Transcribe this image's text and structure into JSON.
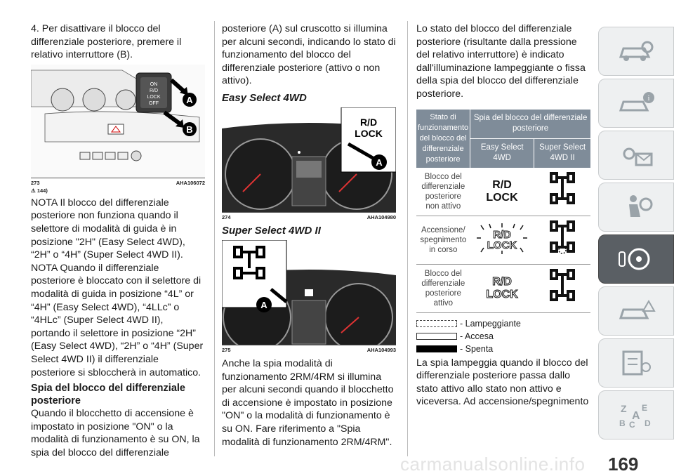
{
  "col1": {
    "intro": "4. Per disattivare il blocco del differenziale posteriore, premere il relativo interruttore (B).",
    "fig273": {
      "num": "273",
      "code": "AHA106072",
      "switch_text": [
        "ON",
        "R/D",
        "LOCK",
        "OFF"
      ],
      "label_a": "A",
      "label_b": "B"
    },
    "note_ref": "144)",
    "nota1": "NOTA Il blocco del differenziale posteriore non funziona quando il selettore di modalità di guida è in posizione \"2H\" (Easy Select 4WD), “2H” o “4H” (Super Select 4WD II).",
    "nota2": "NOTA Quando il differenziale posteriore è bloccato con il selettore di modalità di guida in posizione “4L” or “4H” (Easy Select 4WD), “4LLc” o “4HLc” (Super Select 4WD II), portando il selettore in posizione “2H” (Easy Select 4WD), “2H” o “4H” (Super Select 4WD II) il differenziale posteriore si sbloccherà in automatico.",
    "heading": "Spia del blocco del differenziale posteriore",
    "para": "Quando il blocchetto di accensione è impostato in posizione \"ON\" o la modalità di funzionamento è su ON, la spia del blocco del differenziale"
  },
  "col2": {
    "para1": "posteriore (A) sul cruscotto si illumina per alcuni secondi, indicando lo stato di funzionamento del blocco del differenziale posteriore (attivo o non attivo).",
    "heading1": "Easy Select 4WD",
    "fig274": {
      "num": "274",
      "code": "AHA104980",
      "callout": "R/D LOCK",
      "label_a": "A"
    },
    "heading2": "Super Select 4WD II",
    "fig275": {
      "num": "275",
      "code": "AHA104993",
      "label_a": "A"
    },
    "para2": "Anche la spia modalità di funzionamento 2RM/4RM si illumina per alcuni secondi quando il blocchetto di accensione è impostato in posizione \"ON\" o la modalità di funzionamento è su ON. Fare riferimento a \"Spia modalità di funzionamento 2RM/4RM\"."
  },
  "col3": {
    "para1": "Lo stato del blocco del differenziale posteriore (risultante dalla pressione del relativo interruttore) è indicato dall'illuminazione lampeggiante o fissa della spia del blocco del differenziale posteriore.",
    "table": {
      "h_state": "Stato di funzionamento del blocco del differenziale posteriore",
      "h_spia": "Spia del blocco del differenziale posteriore",
      "h_easy": "Easy Select 4WD",
      "h_super": "Super Select 4WD II",
      "rows": [
        {
          "state": "Blocco del differenziale posteriore non attivo",
          "icon": "R/D LOCK"
        },
        {
          "state": "Accensione/ spegnimento in corso",
          "icon": "R/D LOCK"
        },
        {
          "state": "Blocco del differenziale posteriore attivo",
          "icon": "R/D LOCK"
        }
      ]
    },
    "legend": [
      {
        "label": "- Lampeggiante"
      },
      {
        "label": "- Accesa"
      },
      {
        "label": "- Spenta"
      }
    ],
    "para2": "La spia lampeggia quando il blocco del differenziale posteriore passa dallo stato attivo allo stato non attivo e viceversa. Ad accensione/spegnimento"
  },
  "page_number": "169",
  "watermark": "carmanualsonline.info",
  "colors": {
    "header": "#7f8c99",
    "active_tab": "#5a5f64"
  }
}
